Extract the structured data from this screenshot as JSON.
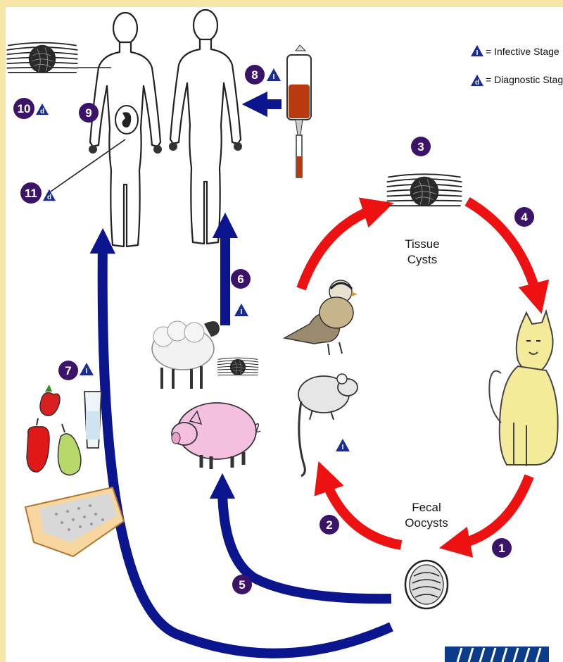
{
  "colors": {
    "border": "#f6e7a6",
    "background": "#ffffff",
    "blue_arrow": "#0b168e",
    "red_arrow": "#ee1111",
    "step_badge": "#3b1368",
    "stage_triangle": "#1b2d8f"
  },
  "legend": {
    "infective_symbol": "I",
    "infective_label": "= Infective Stage",
    "diagnostic_symbol": "d",
    "diagnostic_label": "= Diagnostic Stage"
  },
  "labels": {
    "tissue_cysts_line1": "Tissue",
    "tissue_cysts_line2": "Cysts",
    "fecal_oocysts_line1": "Fecal",
    "fecal_oocysts_line2": "Oocysts"
  },
  "steps": {
    "s1": "1",
    "s2": "2",
    "s3": "3",
    "s4": "4",
    "s5": "5",
    "s6": "6",
    "s7": "7",
    "s8": "8",
    "s9": "9",
    "s10": "10",
    "s11": "11"
  },
  "stage_marks": {
    "infective": "I",
    "diagnostic": "d"
  },
  "icons": [
    "human-figure-icon",
    "blood-transfusion-bag-icon",
    "tissue-cyst-icon",
    "cat-icon",
    "bird-icon",
    "mouse-icon",
    "sheep-icon",
    "pig-icon",
    "fruit-icon",
    "water-glass-icon",
    "litter-box-icon",
    "oocyst-icon"
  ]
}
